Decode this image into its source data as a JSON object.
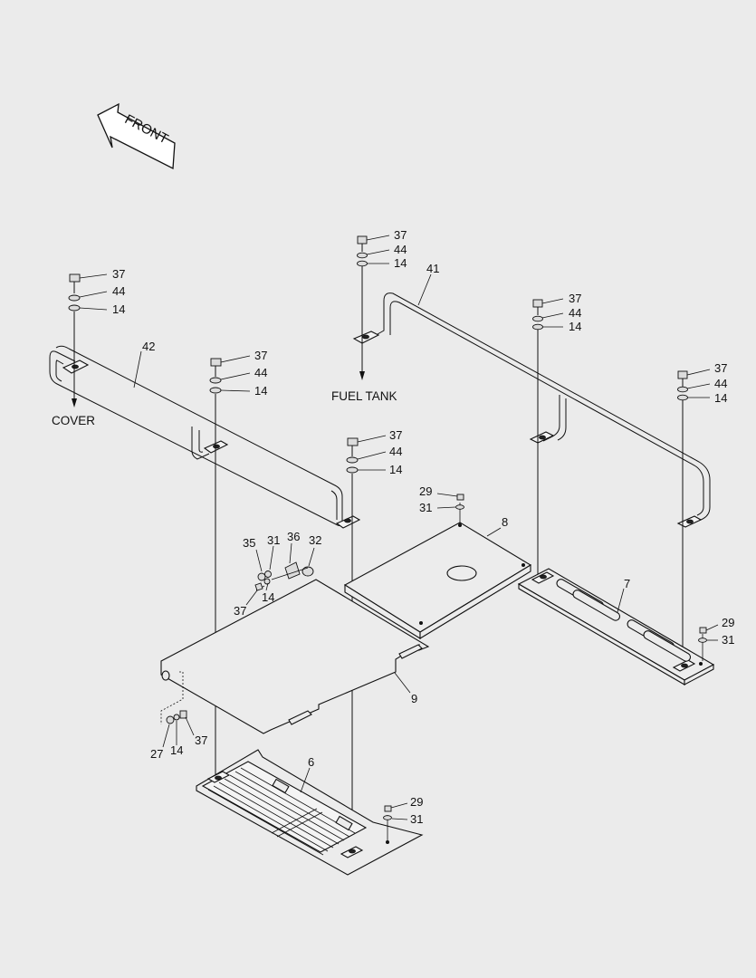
{
  "direction_label": "FRONT",
  "notes": {
    "cover": "COVER",
    "fuel_tank": "FUEL TANK"
  },
  "callouts": {
    "c37a": "37",
    "c44a": "44",
    "c14a": "14",
    "c37b": "37",
    "c44b": "44",
    "c14b": "14",
    "c37c": "37",
    "c44c": "44",
    "c14c": "14",
    "c37d": "37",
    "c44d": "44",
    "c14d": "14",
    "c37e": "37",
    "c44e": "44",
    "c14e": "14",
    "c37f": "37",
    "c44f": "44",
    "c14f": "14",
    "c42": "42",
    "c41": "41",
    "c29a": "29",
    "c31a": "31",
    "c8": "8",
    "c7": "7",
    "c29b": "29",
    "c31b": "31",
    "c35": "35",
    "c31c": "31",
    "c36": "36",
    "c32": "32",
    "c14g": "14",
    "c37g": "37",
    "c9": "9",
    "c27": "27",
    "c14h": "14",
    "c37h": "37",
    "c6": "6",
    "c29c": "29",
    "c31d": "31"
  }
}
